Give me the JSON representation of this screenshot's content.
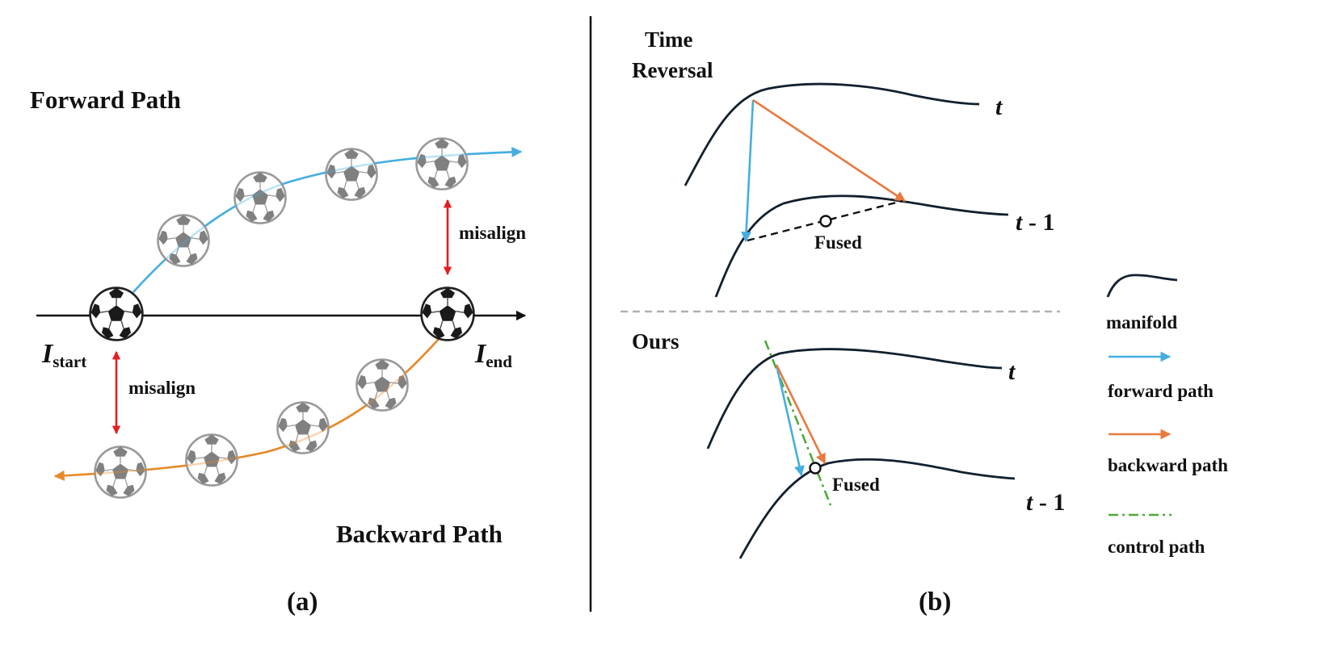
{
  "panel_a": {
    "forward_title": "Forward Path",
    "backward_title": "Backward Path",
    "misalign_label": "misalign",
    "start_label": {
      "base": "I",
      "sub": "start"
    },
    "end_label": {
      "base": "I",
      "sub": "end"
    },
    "caption": "(a)"
  },
  "panel_b": {
    "top_title_line1": "Time",
    "top_title_line2": "Reversal",
    "bottom_title": "Ours",
    "t_label": "t",
    "t_minus_1": {
      "t": "t",
      "rest": " - 1"
    },
    "fused_label": "Fused",
    "caption": "(b)"
  },
  "legend": {
    "items": [
      {
        "label": "manifold",
        "icon": "curve-icon"
      },
      {
        "label": "forward path",
        "icon": "blue-arrow-icon"
      },
      {
        "label": "backward path",
        "icon": "orange-arrow-icon"
      },
      {
        "label": "control path",
        "icon": "green-dashdot-icon"
      }
    ]
  },
  "colors": {
    "forward": "#45aee0",
    "backward": "#e7892a",
    "backward_b": "#e8793f",
    "misalign": "#e31e24",
    "manifold": "#12202e",
    "control": "#4ea93c",
    "divider": "#b0b0b0"
  }
}
